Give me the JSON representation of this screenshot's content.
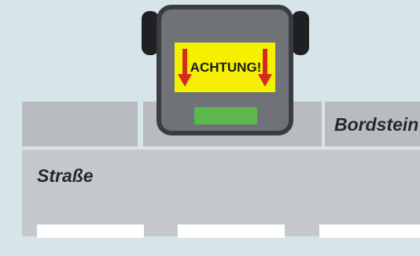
{
  "scene": {
    "bordstein_label": "Bordstein",
    "strasse_label": "Straße",
    "robot": {
      "warning_text": "ACHTUNG!",
      "arrow_direction": "down"
    }
  },
  "colors": {
    "background": "#d7e4ea",
    "curb": "#b9bcbe",
    "road": "#c6c9cb",
    "robot_body": "#6f7378",
    "robot_outline": "#3a3d40",
    "warning_bg": "#f5f000",
    "arrow": "#d42b1e",
    "status_light": "#5bb84a"
  }
}
